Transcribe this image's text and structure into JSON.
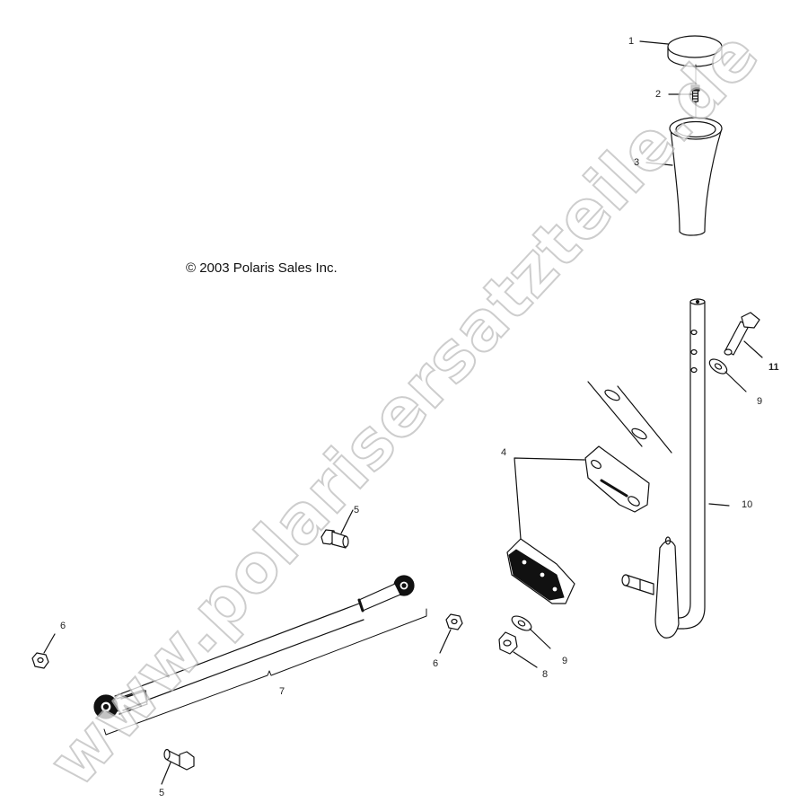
{
  "diagram": {
    "type": "exploded parts diagram",
    "copyright": "© 2003 Polaris Sales Inc.",
    "watermark": "www.polarisersatzteile.de",
    "colors": {
      "line": "#111111",
      "background": "#ffffff",
      "watermark_stroke": "#bdbdbd"
    },
    "callouts": [
      {
        "id": "c1",
        "label": "1",
        "part": "knob cap"
      },
      {
        "id": "c2",
        "label": "2",
        "part": "screw"
      },
      {
        "id": "c3",
        "label": "3",
        "part": "shift knob"
      },
      {
        "id": "c4",
        "label": "4",
        "part": "shift lever bracket halves"
      },
      {
        "id": "c5a",
        "label": "5",
        "part": "bolt (upper)"
      },
      {
        "id": "c5b",
        "label": "5",
        "part": "bolt (lower)"
      },
      {
        "id": "c6a",
        "label": "6",
        "part": "nut (left)"
      },
      {
        "id": "c6b",
        "label": "6",
        "part": "nut (middle)"
      },
      {
        "id": "c7",
        "label": "7",
        "part": "shift linkage rod assembly"
      },
      {
        "id": "c8",
        "label": "8",
        "part": "nut"
      },
      {
        "id": "c9a",
        "label": "9",
        "part": "washer (lower)"
      },
      {
        "id": "c9b",
        "label": "9",
        "part": "washer (upper)"
      },
      {
        "id": "c10",
        "label": "10",
        "part": "shift lever"
      },
      {
        "id": "c11",
        "label": "11",
        "part": "flange bolt"
      }
    ]
  }
}
